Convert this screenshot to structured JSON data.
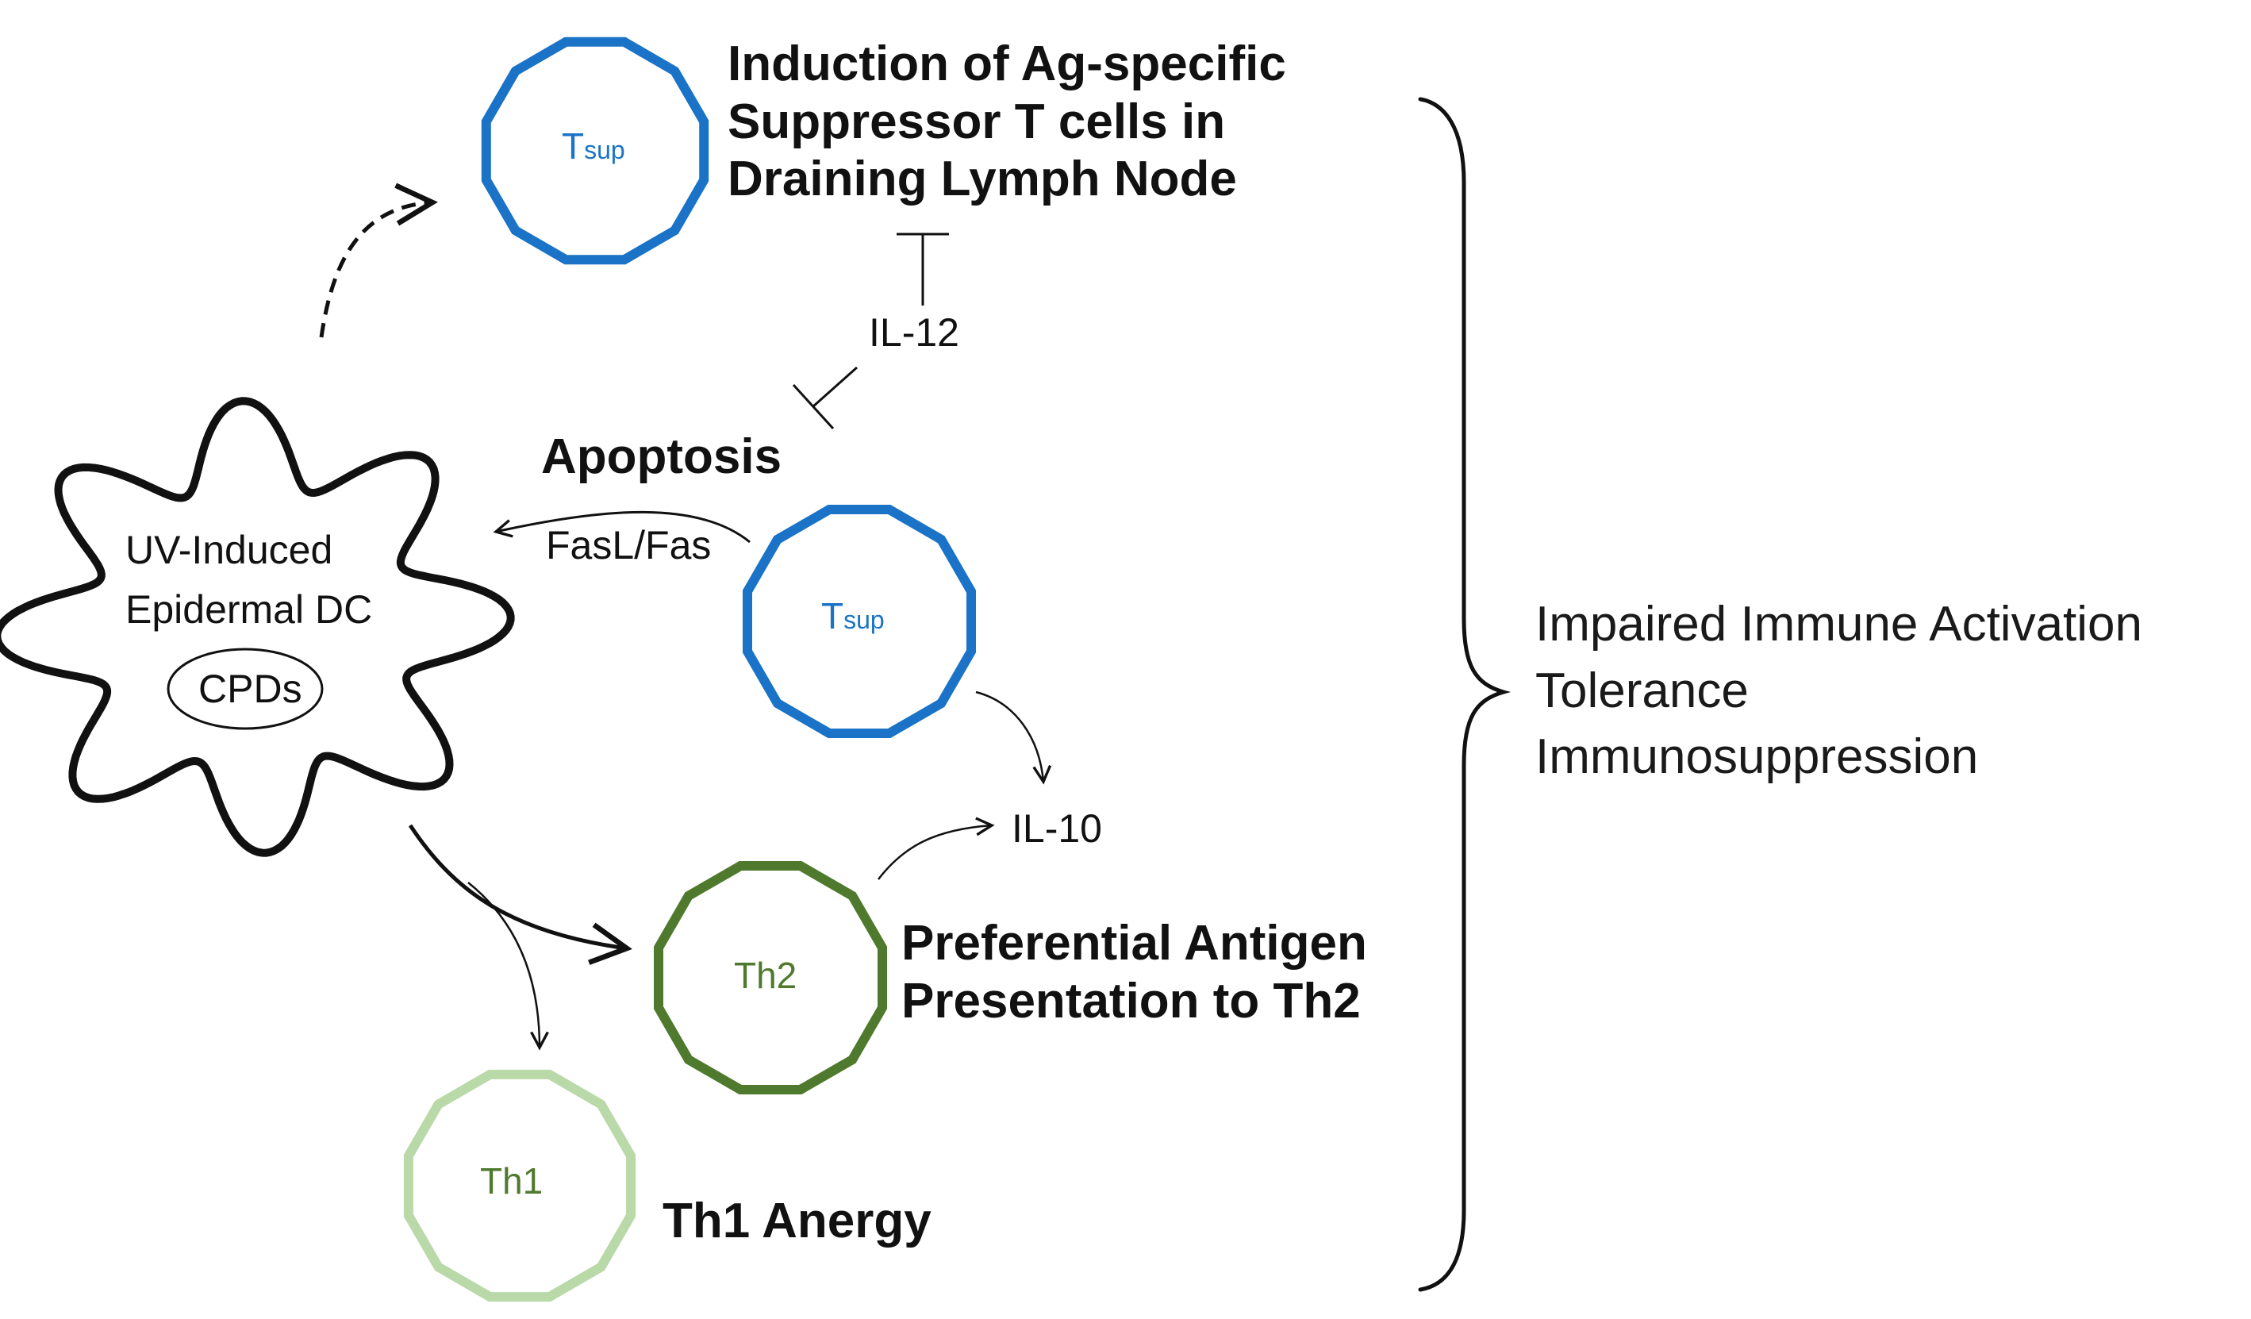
{
  "colors": {
    "tsup": "#1a73c6",
    "th2": "#4f7a2e",
    "th1_border": "#b9d9a8",
    "th1_text": "#4f7a2e",
    "ink": "#111111"
  },
  "cells": {
    "tsup_top": {
      "main": "T",
      "sub": "sup"
    },
    "tsup_mid": {
      "main": "T",
      "sub": "sup"
    },
    "th2": {
      "label": "Th2"
    },
    "th1": {
      "label": "Th1"
    }
  },
  "dc": {
    "line1": "UV-Induced",
    "line2": "Epidermal DC",
    "cpds": "CPDs"
  },
  "labels": {
    "induction": [
      "Induction of Ag-specific",
      "Suppressor T cells in",
      "Draining Lymph Node"
    ],
    "il12": "IL-12",
    "apoptosis": "Apoptosis",
    "fasl": "FasL/Fas",
    "il10": "IL-10",
    "preferential": [
      "Preferential Antigen",
      "Presentation to Th2"
    ],
    "anergy": "Th1 Anergy"
  },
  "outcome": [
    "Impaired Immune Activation",
    "Tolerance",
    "Immunosuppression"
  ]
}
